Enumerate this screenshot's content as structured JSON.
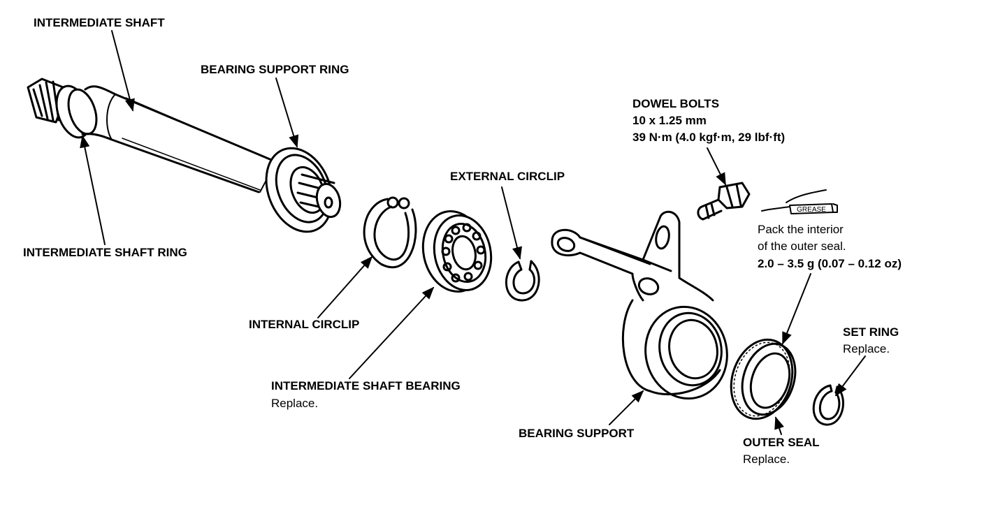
{
  "labels": {
    "intermediate_shaft": "INTERMEDIATE SHAFT",
    "bearing_support_ring": "BEARING SUPPORT RING",
    "intermediate_shaft_ring": "INTERMEDIATE SHAFT RING",
    "dowel_bolts": {
      "title": "DOWEL BOLTS",
      "size": "10 x 1.25 mm",
      "torque": "39 N·m (4.0 kgf·m, 29 lbf·ft)"
    },
    "external_circlip": "EXTERNAL CIRCLIP",
    "grease_tag": "GREASE",
    "grease_note": {
      "line1": "Pack the interior",
      "line2": "of the outer seal.",
      "amount": "2.0 – 3.5 g (0.07 – 0.12 oz)"
    },
    "internal_circlip": "INTERNAL CIRCLIP",
    "intermediate_shaft_bearing": {
      "title": "INTERMEDIATE SHAFT BEARING",
      "note": "Replace."
    },
    "set_ring": {
      "title": "SET RING",
      "note": "Replace."
    },
    "bearing_support": "BEARING SUPPORT",
    "outer_seal": {
      "title": "OUTER SEAL",
      "note": "Replace."
    }
  }
}
